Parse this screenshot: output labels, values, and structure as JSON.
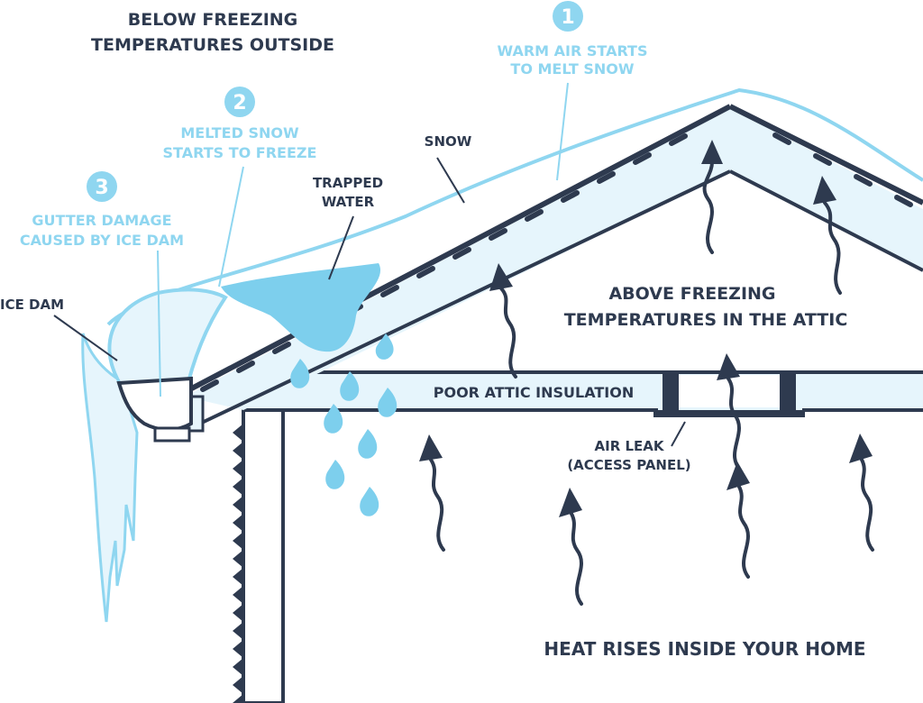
{
  "title": {
    "line1": "BELOW FREEZING",
    "line2": "TEMPERATURES OUTSIDE"
  },
  "steps": [
    {
      "number": "1",
      "line1": "WARM AIR STARTS",
      "line2": "TO MELT SNOW"
    },
    {
      "number": "2",
      "line1": "MELTED SNOW",
      "line2": "STARTS TO FREEZE"
    },
    {
      "number": "3",
      "line1": "GUTTER DAMAGE",
      "line2": "CAUSED BY ICE DAM"
    }
  ],
  "labels": {
    "snow": "SNOW",
    "trapped_water_1": "TRAPPED",
    "trapped_water_2": "WATER",
    "ice_dam": "ICE DAM",
    "attic_1": "ABOVE FREEZING",
    "attic_2": "TEMPERATURES IN THE ATTIC",
    "insulation": "POOR ATTIC INSULATION",
    "air_leak_1": "AIR LEAK",
    "air_leak_2": "(ACCESS PANEL)",
    "heat": "HEAT RISES INSIDE YOUR HOME"
  },
  "colors": {
    "dark": "#2e3a4f",
    "light_blue": "#8fd6f0",
    "pale_blue": "#e6f5fc",
    "water_blue": "#7dcfed"
  },
  "icons": {
    "heat_arrow": "wavy-up-arrow-icon",
    "water_drop": "water-drop-icon",
    "step_badge": "numbered-circle-icon"
  }
}
